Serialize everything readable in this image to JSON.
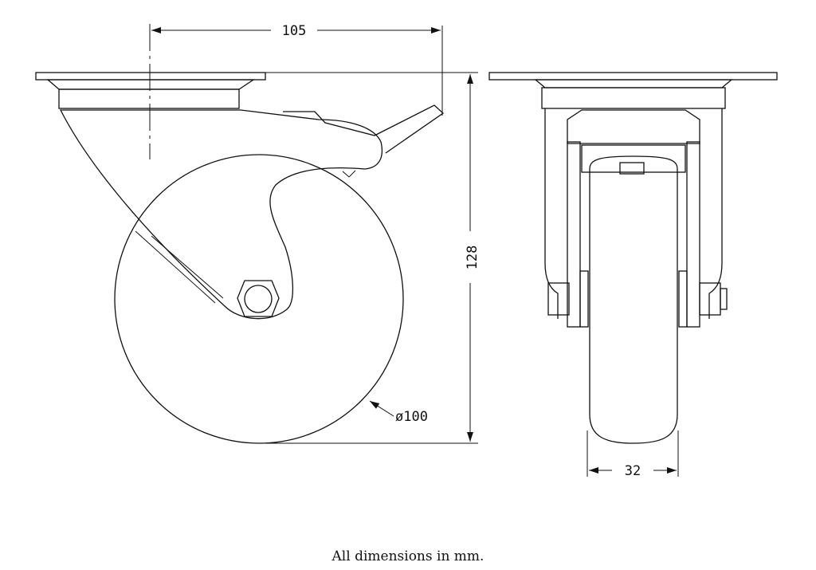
{
  "dimensions": {
    "mounting_offset": "105",
    "overall_height": "128",
    "wheel_diameter": "ø100",
    "wheel_width": "32"
  },
  "footer": {
    "note": "All dimensions in mm."
  }
}
